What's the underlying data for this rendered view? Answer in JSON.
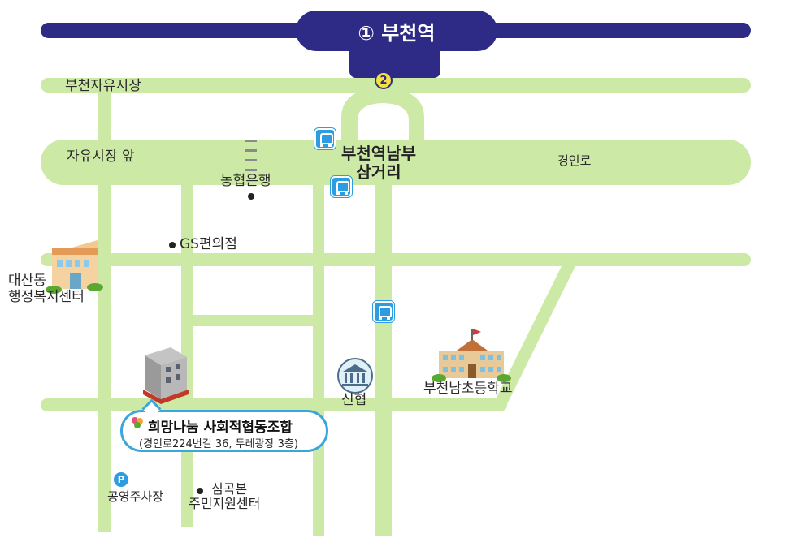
{
  "station": {
    "name": "① 부천역",
    "exit": "2"
  },
  "colors": {
    "road": "#cde9a6",
    "rail": "#2d2b86",
    "bus": "#2b9de0",
    "callout_border": "#3aa6dc"
  },
  "roads": {
    "free_market": "부천자유시장",
    "free_market_front": "자유시장 앞",
    "gyeongin_ro": "경인로",
    "south_junction": "부천역남부\n삼거리"
  },
  "places": {
    "nh_bank": "농협은행",
    "gs_store": "GS편의점",
    "community_center": "대산동\n행정복지센터",
    "credit_union": "신협",
    "elementary_school": "부천남초등학교",
    "parking": "공영주차장",
    "parking_icon": "P",
    "simgokbon_center": "심곡본\n주민지원센터"
  },
  "destination": {
    "name": "희망나눔 사회적협동조합",
    "address": "(경인로224번길 36, 두레광장 3층)"
  },
  "icons": [
    "bus-stop-icon",
    "parking-icon",
    "bank-icon",
    "school-icon",
    "building-icon",
    "community-center-icon",
    "exit-number-icon"
  ]
}
